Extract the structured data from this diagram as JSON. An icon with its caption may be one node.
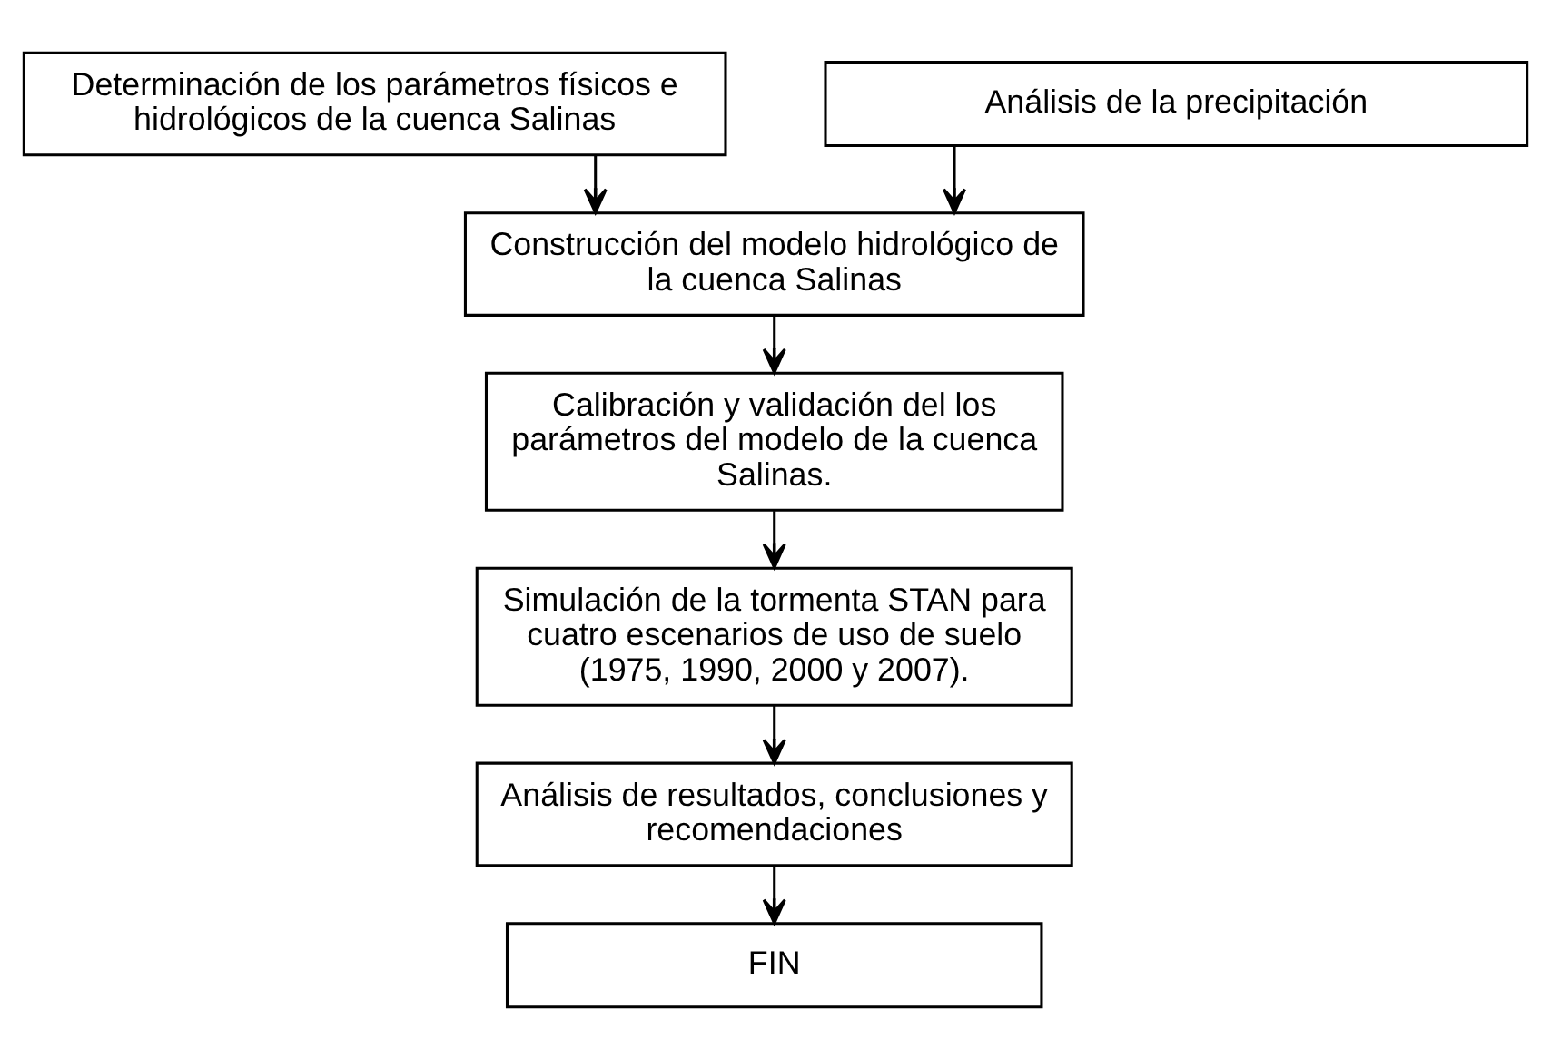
{
  "diagram": {
    "nodes": [
      {
        "text": [
          "Determinación de los parámetros físicos e hidrológicos de la cuenca Salinas"
        ]
      },
      {
        "text": [
          "Análisis de la precipitación"
        ]
      },
      {
        "text": [
          "Construcción del modelo hidrológico de la cuenca Salinas"
        ]
      },
      {
        "text": [
          "Calibración y validación del los parámetros del modelo de la cuenca Salinas."
        ]
      },
      {
        "text": [
          "Simulación de la tormenta STAN para cuatro escenarios de uso de suelo (1975, 1990, 2000 y 2007)."
        ]
      },
      {
        "text": [
          "Análisis de resultados, conclusiones y recomendaciones"
        ]
      },
      {
        "text": [
          "FIN"
        ]
      }
    ],
    "edges": [
      {
        "from": 0,
        "to": 2,
        "arrow": "to"
      },
      {
        "from": 1,
        "to": 2,
        "arrow": "to"
      },
      {
        "from": 2,
        "to": 3,
        "arrow": "to"
      },
      {
        "from": 3,
        "to": 4,
        "arrow": "to"
      },
      {
        "from": 4,
        "to": 5,
        "arrow": "to"
      },
      {
        "from": 5,
        "to": 6,
        "arrow": "to"
      }
    ]
  }
}
